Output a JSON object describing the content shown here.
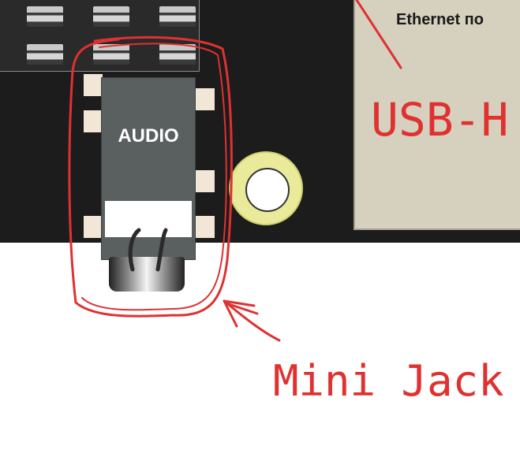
{
  "board": {
    "jack_label": "AUDIO",
    "ethernet_label": "Ethernet по"
  },
  "annotations": {
    "usb_label": "USB-H",
    "jack_label": "Mini Jack",
    "color": "#e03131"
  },
  "colors": {
    "board": "#1c1c1c",
    "jack_body": "#5a5f60",
    "pad": "#f2e6d6",
    "ethernet": "#d6d0bf",
    "mount_ring": "#e9ea9a"
  }
}
